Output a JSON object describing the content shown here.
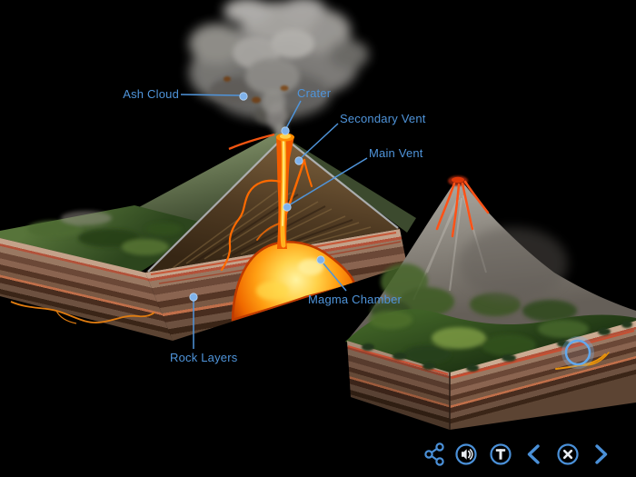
{
  "diagram": {
    "labels": {
      "ash_cloud": "Ash Cloud",
      "crater": "Crater",
      "secondary_vent": "Secondary Vent",
      "main_vent": "Main Vent",
      "magma_chamber": "Magma Chamber",
      "rock_layers": "Rock Layers"
    }
  },
  "toolbar": {
    "buttons": [
      {
        "name": "share",
        "icon": "share-icon"
      },
      {
        "name": "audio",
        "icon": "audio-icon"
      },
      {
        "name": "labels-toggle",
        "icon": "letter-t-icon"
      },
      {
        "name": "previous",
        "icon": "chevron-left-icon"
      },
      {
        "name": "close",
        "icon": "close-x-icon"
      },
      {
        "name": "next",
        "icon": "chevron-right-icon"
      }
    ]
  },
  "colors": {
    "label_blue": "#4F94DA",
    "icon_blue": "#4A90D8",
    "icon_glyph": "#E9EDF2",
    "hotspot_ring": "#63A8EC",
    "background": "#000000"
  }
}
